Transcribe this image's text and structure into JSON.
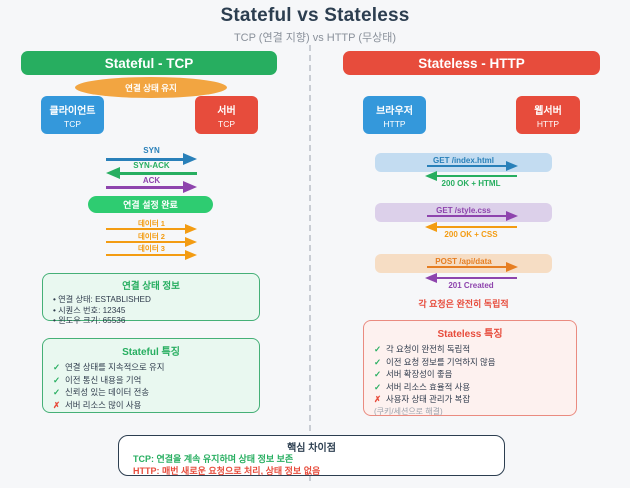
{
  "title": "Stateful vs Stateless",
  "subtitle": "TCP (연결 지향) vs HTTP (무상태)",
  "left": {
    "header": "Stateful - TCP",
    "connection_ellipse": "연결 상태 유지",
    "client_name": "클라이언트",
    "client_protocol": "TCP",
    "server_name": "서버",
    "server_protocol": "TCP",
    "handshake": [
      {
        "label": "SYN",
        "direction": "right"
      },
      {
        "label": "SYN-ACK",
        "direction": "left"
      },
      {
        "label": "ACK",
        "direction": "right"
      }
    ],
    "established_badge": "연결 설정 완료",
    "data_transfers": [
      {
        "label": "데이터 1"
      },
      {
        "label": "데이터 2"
      },
      {
        "label": "데이터 3"
      }
    ],
    "state_info": {
      "title": "연결 상태 정보",
      "items": [
        "• 연결 상태: ESTABLISHED",
        "• 시퀀스 번호: 12345",
        "• 윈도우 크기: 65536"
      ]
    },
    "features": {
      "title": "Stateful 특징",
      "items": [
        {
          "mark": "✓",
          "text": "연결 상태를 지속적으로 유지"
        },
        {
          "mark": "✓",
          "text": "이전 통신 내용을 기억"
        },
        {
          "mark": "✓",
          "text": "신뢰성 있는 데이터 전송"
        },
        {
          "mark": "✗",
          "text": "서버 리소스 많이 사용"
        }
      ]
    }
  },
  "right": {
    "header": "Stateless - HTTP",
    "client_name": "브라우저",
    "client_protocol": "HTTP",
    "server_name": "웹서버",
    "server_protocol": "HTTP",
    "requests": [
      {
        "request": "GET /index.html",
        "response": "200 OK + HTML"
      },
      {
        "request": "GET /style.css",
        "response": "200 OK + CSS"
      },
      {
        "request": "POST /api/data",
        "response": "201 Created"
      }
    ],
    "independence_note": "각 요청은 완전히 독립적",
    "features": {
      "title": "Stateless 특징",
      "items": [
        {
          "mark": "✓",
          "text": "각 요청이 완전히 독립적"
        },
        {
          "mark": "✓",
          "text": "이전 요청 정보를 기억하지 않음"
        },
        {
          "mark": "✓",
          "text": "서버 확장성이 좋음"
        },
        {
          "mark": "✓",
          "text": "서버 리소스 효율적 사용"
        },
        {
          "mark": "✗",
          "text": "사용자 상태 관리가 복잡"
        }
      ],
      "note": "(쿠키/세션으로 해결)"
    }
  },
  "summary": {
    "title": "핵심 차이점",
    "tcp_line": "TCP: 연결을 계속 유지하며 상태 정보 보존",
    "http_line": "HTTP: 매번 새로운 요청으로 처리, 상태 정보 없음"
  },
  "colors": {
    "background": "#f6f7f9",
    "stateful_green": "#27ae60",
    "stateless_red": "#e74c3c",
    "node_blue": "#3498db",
    "connection_orange": "#f2a541",
    "badge_green": "#2ecc71",
    "arrow_blue": "#2980b9",
    "arrow_purple": "#8e44ad",
    "arrow_orange": "#f39c12",
    "title_navy": "#2c3e50"
  }
}
